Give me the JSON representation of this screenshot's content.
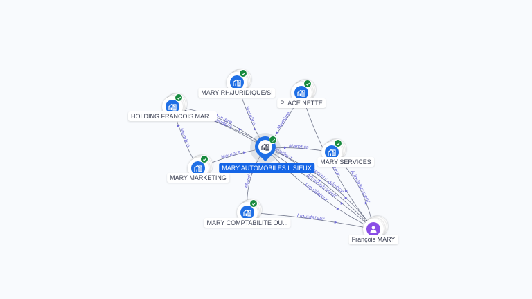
{
  "graph": {
    "center": {
      "id": "n0",
      "label": "MARY AUTOMOBILES LISIEUX",
      "type": "company",
      "verified": true
    },
    "nodes": [
      {
        "id": "n1",
        "label": "MARY RH/JURIDIQUE/SI",
        "type": "company",
        "verified": true
      },
      {
        "id": "n2",
        "label": "PLACE NETTE",
        "type": "company",
        "verified": true
      },
      {
        "id": "n3",
        "label": "HOLDING FRANCOIS MAR...",
        "type": "company",
        "verified": true
      },
      {
        "id": "n4",
        "label": "MARY SERVICES",
        "type": "company",
        "verified": true
      },
      {
        "id": "n5",
        "label": "MARY MARKETING",
        "type": "company",
        "verified": true
      },
      {
        "id": "n6",
        "label": "MARY COMPTABILITE OU...",
        "type": "company",
        "verified": true
      },
      {
        "id": "p1",
        "label": "François MARY",
        "type": "person",
        "verified": false
      }
    ],
    "edges": [
      {
        "from": "n0",
        "to": "n1",
        "label": "Membre"
      },
      {
        "from": "n0",
        "to": "n2",
        "label": "Membre"
      },
      {
        "from": "n0",
        "to": "n3",
        "label": "Membre"
      },
      {
        "from": "n0",
        "to": "n4",
        "label": "Membre"
      },
      {
        "from": "n0",
        "to": "n5",
        "label": "Membre"
      },
      {
        "from": "n0",
        "to": "n6",
        "label": "Membre"
      },
      {
        "from": "n3",
        "to": "n0",
        "label": "Président"
      },
      {
        "from": "n3",
        "to": "n5",
        "label": "Membre"
      },
      {
        "from": "p1",
        "to": "n0",
        "label": "Directeur général"
      },
      {
        "from": "p1",
        "to": "n0",
        "label": "Liquidateur"
      },
      {
        "from": "p1",
        "to": "n6",
        "label": "Liquidateur"
      },
      {
        "from": "p1",
        "to": "n4",
        "label": "Administrateur"
      },
      {
        "from": "p1",
        "to": "n2",
        "label": "Liquidateur"
      },
      {
        "from": "p1",
        "to": "n0",
        "label": "Administrateur"
      },
      {
        "from": "p1",
        "to": "n3",
        "label": "Président"
      }
    ]
  }
}
